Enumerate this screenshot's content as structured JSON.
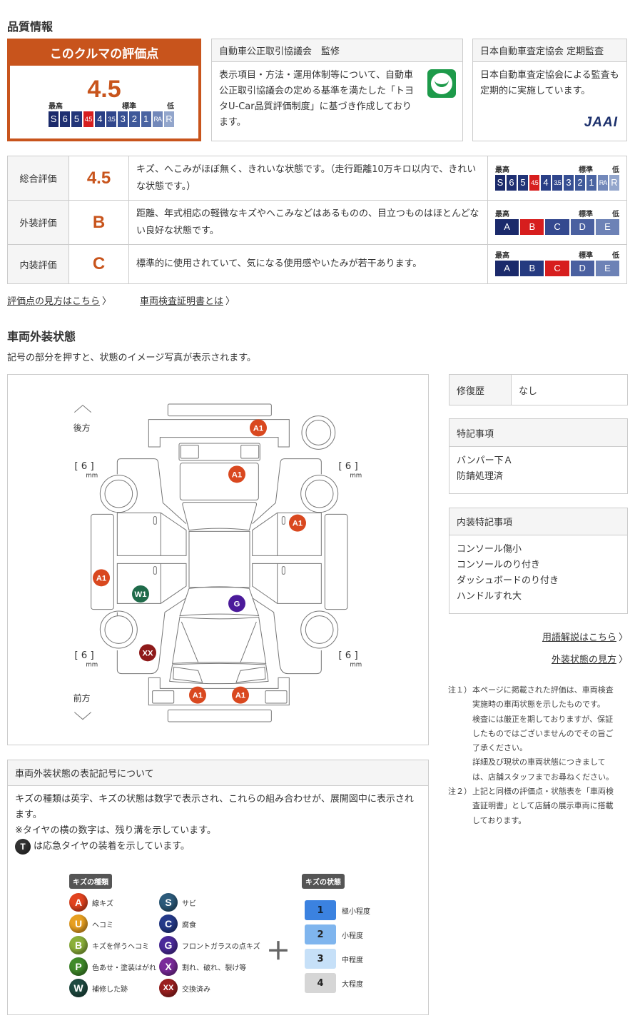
{
  "quality": {
    "title": "品質情報",
    "score_box": {
      "title": "このクルマの評価点",
      "score": "4.5",
      "label_high": "最高",
      "label_std": "標準",
      "label_low": "低",
      "scale": [
        "S",
        "6",
        "5",
        "4.5",
        "4",
        "3.5",
        "3",
        "2",
        "1",
        "RA",
        "R"
      ],
      "selected": "4.5"
    },
    "aftc": {
      "title": "自動車公正取引協議会　監修",
      "text": "表示項目・方法・運用体制等について、自動車公正取引協議会の定める基準を満たした「トヨタU-Car品質評価制度」に基づき作成しております。"
    },
    "jaai": {
      "title": "日本自動車査定協会 定期監査",
      "text": "日本自動車査定協会による監査も定期的に実施しています。",
      "logo": "JAAI"
    }
  },
  "evaluations": [
    {
      "label": "総合評価",
      "grade": "4.5",
      "desc": "キズ、へこみがほぼ無く、きれいな状態です。（走行距離10万キロ以内で、きれいな状態です。）",
      "scale": [
        "S",
        "6",
        "5",
        "4.5",
        "4",
        "3.5",
        "3",
        "2",
        "1",
        "RA",
        "R"
      ],
      "selected": "4.5"
    },
    {
      "label": "外装評価",
      "grade": "B",
      "desc": "距離、年式相応の軽微なキズやへこみなどはあるものの、目立つものはほとんどない良好な状態です。",
      "scale": [
        "A",
        "B",
        "C",
        "D",
        "E"
      ],
      "selected": "B"
    },
    {
      "label": "内装評価",
      "grade": "C",
      "desc": "標準的に使用されていて、気になる使用感やいたみが若干あります。",
      "scale": [
        "A",
        "B",
        "C",
        "D",
        "E"
      ],
      "selected": "C"
    }
  ],
  "scale_labels": {
    "high": "最高",
    "std": "標準",
    "low": "低"
  },
  "links": {
    "score_help": "評価点の見方はこちら",
    "certificate": "車両検査証明書とは",
    "glossary": "用語解説はこちら",
    "exterior_help": "外装状態の見方"
  },
  "exterior": {
    "title": "車両外装状態",
    "subtitle": "記号の部分を押すと、状態のイメージ写真が表示されます。",
    "rear": "後方",
    "front": "前方",
    "tread": [
      {
        "value": "[ 6 ]",
        "unit": "mm"
      },
      {
        "value": "[ 6 ]",
        "unit": "mm"
      },
      {
        "value": "[ 6 ]",
        "unit": "mm"
      },
      {
        "value": "[ 6 ]",
        "unit": "mm"
      }
    ],
    "marks": [
      {
        "code": "A1",
        "color": "#d9481f"
      },
      {
        "code": "A1",
        "color": "#d9481f"
      },
      {
        "code": "A1",
        "color": "#d9481f"
      },
      {
        "code": "A1",
        "color": "#d9481f"
      },
      {
        "code": "W1",
        "color": "#1f6b4a"
      },
      {
        "code": "G",
        "color": "#4b1a9a"
      },
      {
        "code": "XX",
        "color": "#8e1a1a"
      },
      {
        "code": "A1",
        "color": "#d9481f"
      },
      {
        "code": "A1",
        "color": "#d9481f"
      }
    ]
  },
  "side": {
    "repair_label": "修復歴",
    "repair_value": "なし",
    "notes_title": "特記事項",
    "notes": [
      "バンパー下Ａ",
      "防錆処理済"
    ],
    "interior_title": "内装特記事項",
    "interior": [
      "コンソール傷小",
      "コンソールのり付き",
      "ダッシュボードのり付き",
      "ハンドルすれ大"
    ]
  },
  "footnotes": [
    {
      "mark": "注１）",
      "lines": [
        "本ページに掲載された評価は、車両検査",
        "実施時の車両状態を示したものです。",
        "検査には厳正を期しておりますが、保証",
        "したものではございませんのでその旨ご",
        "了承ください。",
        "詳細及び現状の車両状態につきまして",
        "は、店舗スタッフまでお尋ねください。"
      ]
    },
    {
      "mark": "注２）",
      "lines": [
        "上記と同様の評価点・状態表を「車両検",
        "査証明書」として店舗の展示車両に搭載",
        "しております。"
      ]
    }
  ],
  "legend": {
    "title": "車両外装状態の表記記号について",
    "text1": "キズの種類は英字、キズの状態は数字で表示され、これらの組み合わせが、展開図中に表示されます。",
    "text2": "※タイヤの横の数字は、残り溝を示しています。",
    "spare_icon": "T",
    "text3": "は応急タイヤの装着を示しています。",
    "types_title": "キズの種類",
    "severity_title": "キズの状態",
    "plus": "＋",
    "types": [
      {
        "code": "A",
        "label": "線キズ",
        "color": "#e2431f"
      },
      {
        "code": "U",
        "label": "ヘコミ",
        "color": "#e8a021"
      },
      {
        "code": "B",
        "label": "キズを伴うヘコミ",
        "color": "#8bb03a"
      },
      {
        "code": "P",
        "label": "色あせ・塗装はがれ",
        "color": "#3f8a2a"
      },
      {
        "code": "W",
        "label": "補修した跡",
        "color": "#1e4a40"
      },
      {
        "code": "S",
        "label": "サビ",
        "color": "#2c5a7a"
      },
      {
        "code": "C",
        "label": "腐食",
        "color": "#253a8a"
      },
      {
        "code": "G",
        "label": "フロントガラスの点キズ",
        "color": "#4b2a9a"
      },
      {
        "code": "X",
        "label": "割れ、破れ、裂け等",
        "color": "#7a2a9a"
      },
      {
        "code": "XX",
        "label": "交換済み",
        "color": "#9a1f1f"
      }
    ],
    "severity": [
      {
        "code": "1",
        "label": "極小程度",
        "color": "#3b82e0"
      },
      {
        "code": "2",
        "label": "小程度",
        "color": "#7fb5ee"
      },
      {
        "code": "3",
        "label": "中程度",
        "color": "#c6e0f8"
      },
      {
        "code": "4",
        "label": "大程度",
        "color": "#d6d6d6"
      }
    ]
  }
}
